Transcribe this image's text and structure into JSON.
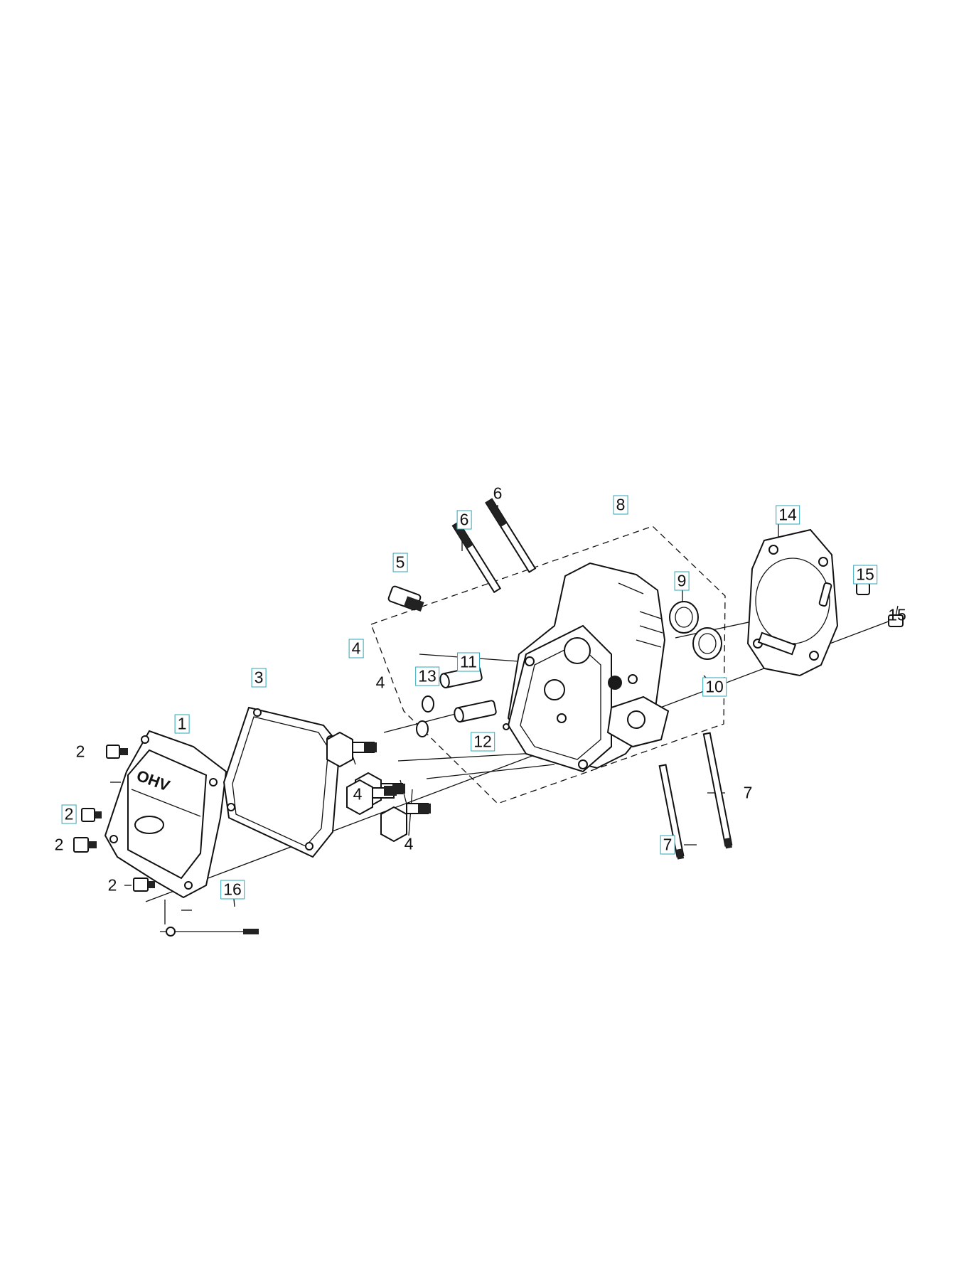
{
  "diagram": {
    "callouts": [
      {
        "id": "1",
        "label": "1",
        "boxed": true
      },
      {
        "id": "2a",
        "label": "2",
        "boxed": false
      },
      {
        "id": "2b",
        "label": "2",
        "boxed": true
      },
      {
        "id": "2c",
        "label": "2",
        "boxed": false
      },
      {
        "id": "2d",
        "label": "2",
        "boxed": false
      },
      {
        "id": "3",
        "label": "3",
        "boxed": true
      },
      {
        "id": "4a",
        "label": "4",
        "boxed": true
      },
      {
        "id": "4b",
        "label": "4",
        "boxed": false
      },
      {
        "id": "4c",
        "label": "4",
        "boxed": false
      },
      {
        "id": "4d",
        "label": "4",
        "boxed": false
      },
      {
        "id": "5",
        "label": "5",
        "boxed": true
      },
      {
        "id": "6a",
        "label": "6",
        "boxed": true
      },
      {
        "id": "6b",
        "label": "6",
        "boxed": false
      },
      {
        "id": "7a",
        "label": "7",
        "boxed": false
      },
      {
        "id": "7b",
        "label": "7",
        "boxed": true
      },
      {
        "id": "8",
        "label": "8",
        "boxed": true
      },
      {
        "id": "9",
        "label": "9",
        "boxed": true
      },
      {
        "id": "10",
        "label": "10",
        "boxed": true
      },
      {
        "id": "11",
        "label": "11",
        "boxed": true
      },
      {
        "id": "12",
        "label": "12",
        "boxed": true
      },
      {
        "id": "13",
        "label": "13",
        "boxed": true
      },
      {
        "id": "14",
        "label": "14",
        "boxed": true
      },
      {
        "id": "15a",
        "label": "15",
        "boxed": true
      },
      {
        "id": "15b",
        "label": "15",
        "boxed": false
      },
      {
        "id": "16",
        "label": "16",
        "boxed": true
      }
    ],
    "cover_emblem": "OHV"
  }
}
